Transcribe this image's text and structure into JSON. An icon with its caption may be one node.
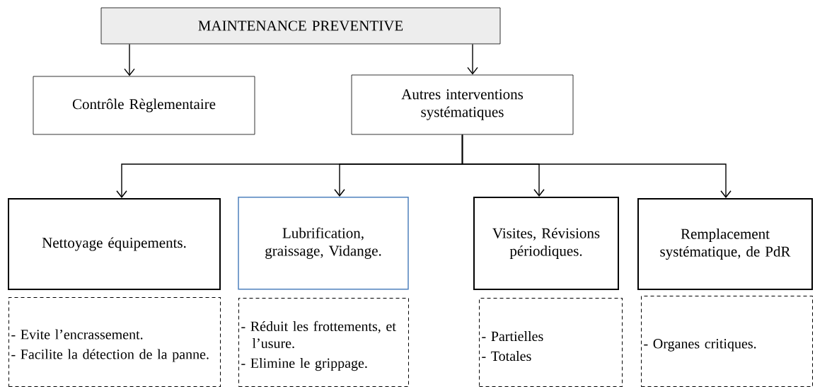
{
  "diagram": {
    "nodes": [
      {
        "text": [
          "MAINTENANCE PREVENTIVE"
        ]
      },
      {
        "text": [
          "Contrôle Règlementaire"
        ]
      },
      {
        "text": [
          "Autres interventions systématiques"
        ]
      },
      {
        "text": [
          "Nettoyage équipements."
        ]
      },
      {
        "text": [
          "Lubrification, graissage, Vidange."
        ]
      },
      {
        "text": [
          "Visites, Révisions périodiques."
        ]
      },
      {
        "text": [
          "Remplacement systématique, de PdR"
        ]
      },
      {
        "text": [
          "- Evite l’encrassement.",
          "- Facilite la détection de la panne."
        ]
      },
      {
        "text": [
          "- Réduit les frottements, et l’usure.",
          "- Elimine le grippage."
        ]
      },
      {
        "text": [
          "- Partielles",
          "- Totales"
        ]
      },
      {
        "text": [
          "- Organes critiques."
        ]
      }
    ],
    "edges": [
      {
        "from": 0,
        "to": 1,
        "arrow": "to"
      },
      {
        "from": 0,
        "to": 2,
        "arrow": "to"
      },
      {
        "from": 2,
        "to": 3,
        "arrow": "to"
      },
      {
        "from": 2,
        "to": 4,
        "arrow": "to"
      },
      {
        "from": 2,
        "to": 5,
        "arrow": "to"
      },
      {
        "from": 2,
        "to": 6,
        "arrow": "to"
      }
    ]
  }
}
